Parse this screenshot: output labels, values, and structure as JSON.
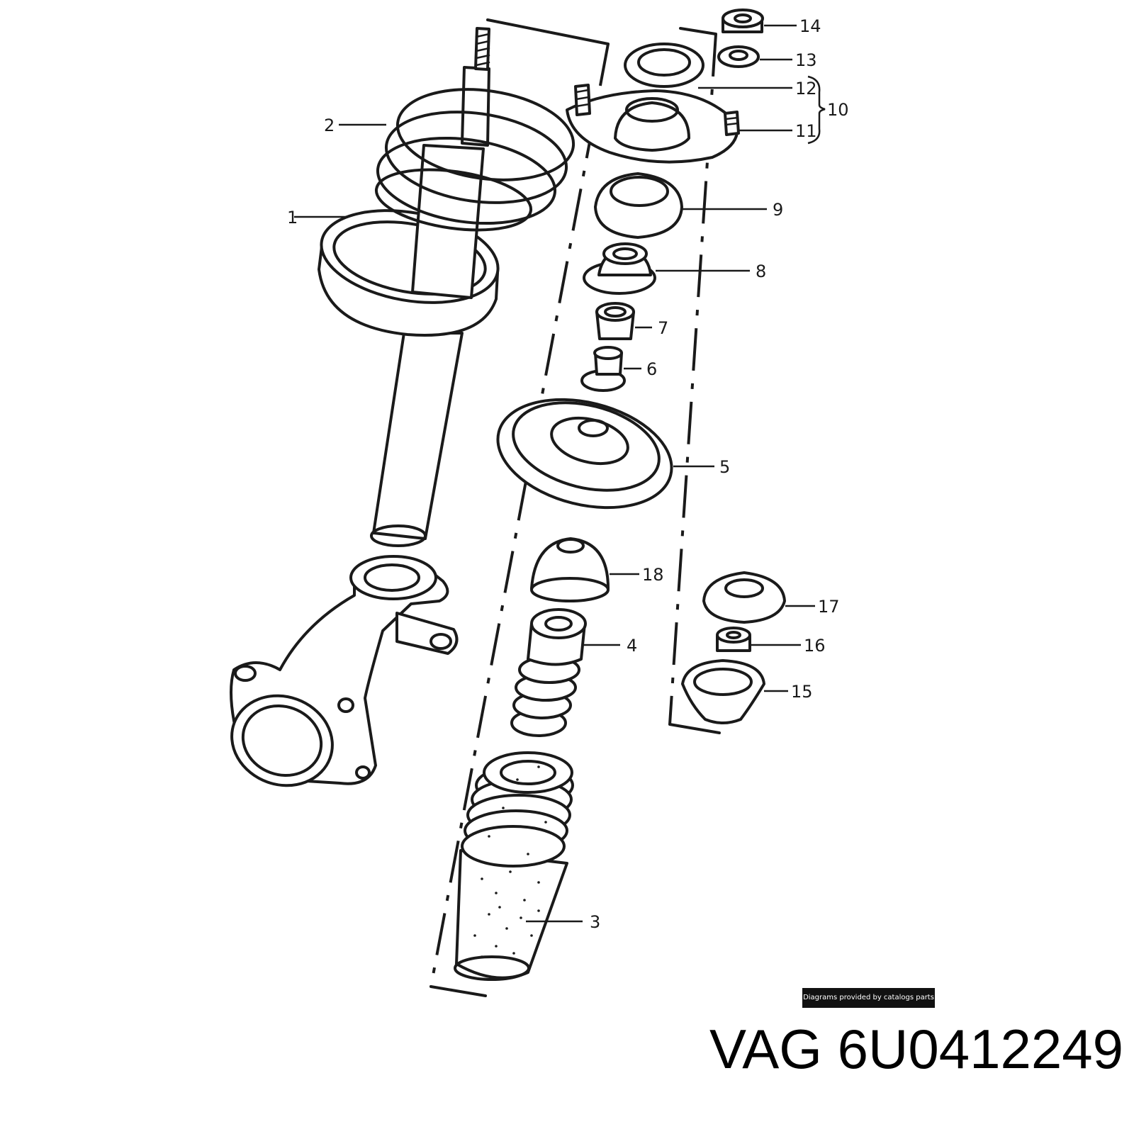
{
  "callouts": [
    "1",
    "2",
    "3",
    "4",
    "5",
    "6",
    "7",
    "8",
    "9",
    "10",
    "11",
    "12",
    "13",
    "14",
    "15",
    "16",
    "17",
    "18"
  ],
  "credit": "Diagrams provided by catalogs parts",
  "part_number": "VAG 6U0412249",
  "colors": {
    "ink": "#1a1a1a",
    "credit_bg": "#111111",
    "credit_text": "#ffffff"
  }
}
